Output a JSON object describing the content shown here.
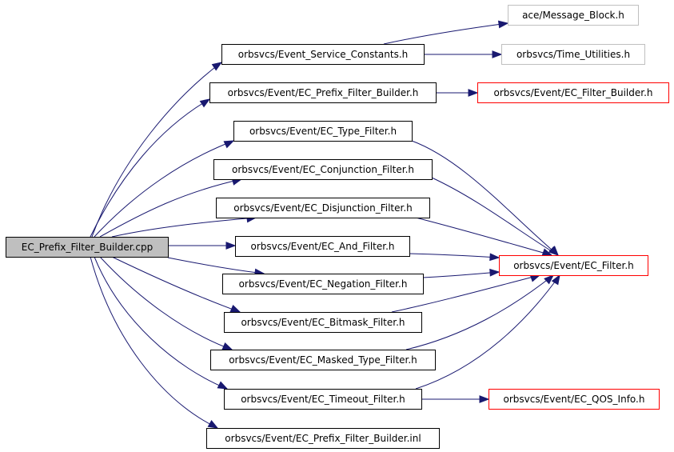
{
  "colors": {
    "edge": "#191970",
    "root_fill": "#bfbfbf",
    "root_border": "#000000",
    "node_border": "#000000",
    "external_border": "#bfbfbf",
    "incomplete_border": "#ff0000"
  },
  "nodes": {
    "root": "EC_Prefix_Filter_Builder.cpp",
    "event_service_constants": "orbsvcs/Event_Service_Constants.h",
    "ec_prefix_filter_builder_h": "orbsvcs/Event/EC_Prefix_Filter_Builder.h",
    "ec_type_filter": "orbsvcs/Event/EC_Type_Filter.h",
    "ec_conjunction_filter": "orbsvcs/Event/EC_Conjunction_Filter.h",
    "ec_disjunction_filter": "orbsvcs/Event/EC_Disjunction_Filter.h",
    "ec_and_filter": "orbsvcs/Event/EC_And_Filter.h",
    "ec_negation_filter": "orbsvcs/Event/EC_Negation_Filter.h",
    "ec_bitmask_filter": "orbsvcs/Event/EC_Bitmask_Filter.h",
    "ec_masked_type_filter": "orbsvcs/Event/EC_Masked_Type_Filter.h",
    "ec_timeout_filter": "orbsvcs/Event/EC_Timeout_Filter.h",
    "ec_prefix_filter_builder_inl": "orbsvcs/Event/EC_Prefix_Filter_Builder.inl",
    "message_block": "ace/Message_Block.h",
    "time_utilities": "orbsvcs/Time_Utilities.h",
    "ec_filter_builder": "orbsvcs/Event/EC_Filter_Builder.h",
    "ec_filter": "orbsvcs/Event/EC_Filter.h",
    "ec_qos_info": "orbsvcs/Event/EC_QOS_Info.h"
  }
}
